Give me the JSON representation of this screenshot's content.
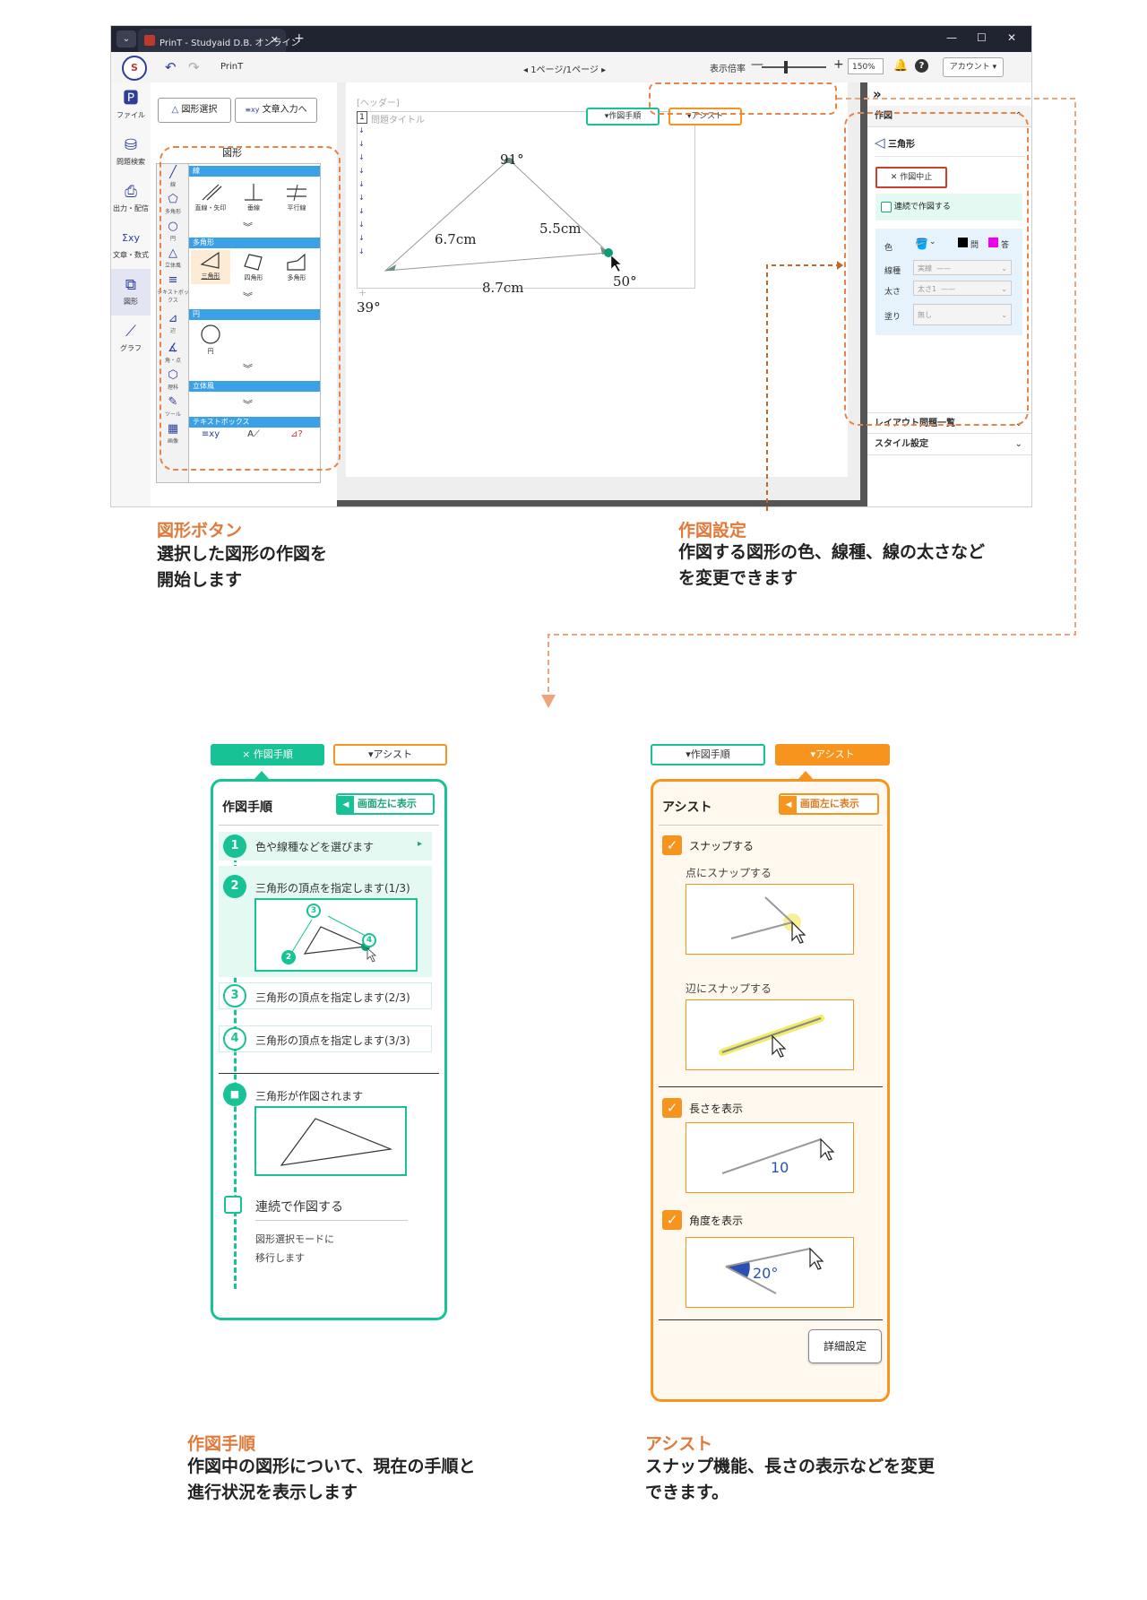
{
  "window": {
    "menu_glyph": "⌄",
    "tab_title": "PrinT - Studyaid D.B. オンライン",
    "tab_close": "✕",
    "new_tab": "+",
    "minimize": "—",
    "maximize": "☐",
    "close": "✕"
  },
  "toolbar": {
    "logo": "S",
    "app_name": "PrinT",
    "page_nav": "◂ 1ページ/1ページ ▸",
    "zoom_label": "表示倍率",
    "zoom_minus": "—",
    "zoom_plus": "+",
    "zoom_value": "150% ⌄",
    "help": "?",
    "account": "アカウント ▾"
  },
  "left_nav": [
    {
      "label": "ファイル",
      "icon": "file-icon",
      "glyph": "🅿"
    },
    {
      "label": "問題検索",
      "icon": "database-icon",
      "glyph": "⛁"
    },
    {
      "label": "出力・配信",
      "icon": "printer-icon",
      "glyph": "⎙"
    },
    {
      "label": "文章・数式",
      "icon": "text-formula-icon",
      "glyph": "Σxy"
    },
    {
      "label": "図形",
      "icon": "shapes-icon",
      "glyph": "⧉"
    },
    {
      "label": "グラフ",
      "icon": "graph-icon",
      "glyph": "⟋"
    }
  ],
  "shape_panel": {
    "select_button": "図形選択",
    "text_button": "文章入力へ",
    "title": "図形",
    "icon_column": [
      {
        "label": "線",
        "glyph": "╱"
      },
      {
        "label": "多角形",
        "glyph": "⬠"
      },
      {
        "label": "円",
        "glyph": "○"
      },
      {
        "label": "立体風",
        "glyph": "△"
      },
      {
        "label": "テキストボックス",
        "glyph": "≡"
      },
      {
        "label": "辺",
        "glyph": "⊿"
      },
      {
        "label": "角・点",
        "glyph": "∡"
      },
      {
        "label": "理科",
        "glyph": "⬡"
      },
      {
        "label": "ツール",
        "glyph": "✎"
      },
      {
        "label": "画像",
        "glyph": "▦"
      }
    ],
    "categories": [
      "線",
      "多角形",
      "円",
      "立体風",
      "テキストボックス"
    ],
    "line_items": [
      "直線・矢印",
      "垂線",
      "平行線"
    ],
    "polygon_items": [
      "三角形",
      "四角形",
      "多角形"
    ],
    "circle_items": [
      "円"
    ],
    "more": "︾"
  },
  "canvas": {
    "header_placeholder": "[ヘッダー]",
    "question_number": "1",
    "question_title": "問題タイトル",
    "arrow_glyph": "↓",
    "plus_glyph": "+",
    "angle_top": "91°",
    "angle_right": "50°",
    "angle_left": "39°",
    "side_left": "6.7cm",
    "side_right": "5.5cm",
    "side_bottom": "8.7cm",
    "procedure_button": "▾作図手順",
    "assist_button": "▾アシスト"
  },
  "right_panel": {
    "collapse": "»",
    "section_draw": "作図",
    "shape_name": "三角形",
    "stop_button": "✕ 作図中止",
    "continuous": "連続で作図する",
    "color_label": "色",
    "color_black": "問",
    "color_magenta": "答",
    "linetype_label": "線種",
    "linetype_value": "実線",
    "width_label": "太さ",
    "width_value": "太さ1",
    "fill_label": "塗り",
    "fill_value": "無し",
    "section_layout": "レイアウト問題一覧",
    "section_style": "スタイル設定",
    "caret_up": "⌃",
    "caret_down": "⌄",
    "select_caret": "⌄"
  },
  "callouts": {
    "shape_button_title": "図形ボタン",
    "shape_button_body1": "選択した図形の作図を",
    "shape_button_body2": "開始します",
    "settings_title": "作図設定",
    "settings_body1": "作図する図形の色、線種、線の太さなど",
    "settings_body2": "を変更できます",
    "procedure_title": "作図手順",
    "procedure_body1": "作図中の図形について、現在の手順と",
    "procedure_body2": "進行状況を表示します",
    "assist_title": "アシスト",
    "assist_body1": "スナップ機能、長さの表示などを変更",
    "assist_body2": "できます。"
  },
  "procedure_panel": {
    "tab_active": "× 作図手順",
    "tab_other": "▾アシスト",
    "title": "作図手順",
    "show_left": "画面左に表示",
    "show_left_glyph": "◀",
    "steps": [
      {
        "num": "1",
        "text": "色や線種などを選びます",
        "arrow": "▸"
      },
      {
        "num": "2",
        "text": "三角形の頂点を指定します(1/3)"
      },
      {
        "num": "3",
        "text": "三角形の頂点を指定します(2/3)"
      },
      {
        "num": "4",
        "text": "三角形の頂点を指定します(3/3)"
      }
    ],
    "illus_labels": [
      "2",
      "3",
      "4"
    ],
    "done": "三角形が作図されます",
    "done_glyph": "■",
    "continuous": "連続で作図する",
    "note1": "図形選択モードに",
    "note2": "移行します"
  },
  "assist_panel": {
    "tab_other": "▾作図手順",
    "tab_active": "▾アシスト",
    "title": "アシスト",
    "show_left": "画面左に表示",
    "show_left_glyph": "◀",
    "check_glyph": "✓",
    "snap": "スナップする",
    "snap_point": "点にスナップする",
    "snap_edge": "辺にスナップする",
    "show_length": "長さを表示",
    "length_value": "10",
    "show_angle": "角度を表示",
    "angle_value": "20°",
    "detail_button": "詳細設定"
  },
  "colors": {
    "accent_orange": "#e8844a",
    "green": "#17c294",
    "orange": "#f7941d",
    "blue": "#3aa0e8"
  }
}
